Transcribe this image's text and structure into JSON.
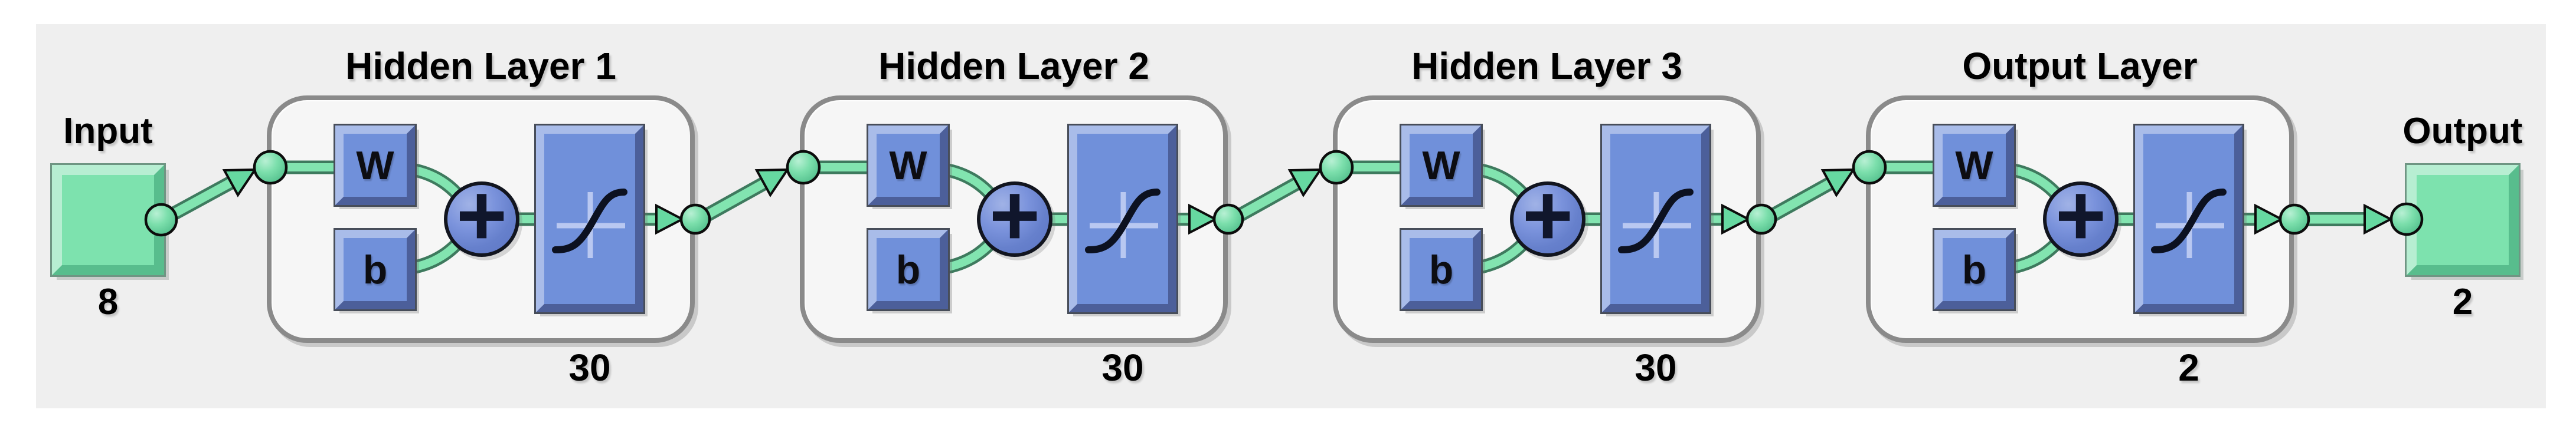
{
  "diagram": {
    "kind": "neural-network-view",
    "input": {
      "label": "Input",
      "size": "8"
    },
    "layers": [
      {
        "title": "Hidden Layer 1",
        "neurons": "30",
        "weight": "W",
        "bias": "b",
        "sum": "+",
        "transfer_function": "tansig"
      },
      {
        "title": "Hidden Layer 2",
        "neurons": "30",
        "weight": "W",
        "bias": "b",
        "sum": "+",
        "transfer_function": "tansig"
      },
      {
        "title": "Hidden Layer 3",
        "neurons": "30",
        "weight": "W",
        "bias": "b",
        "sum": "+",
        "transfer_function": "tansig"
      },
      {
        "title": "Output Layer",
        "neurons": "2",
        "weight": "W",
        "bias": "b",
        "sum": "+",
        "transfer_function": "tansig"
      }
    ],
    "output": {
      "label": "Output",
      "size": "2"
    },
    "colors": {
      "panel": "#efefef",
      "layer_box_fill": "#f6f6f6",
      "layer_box_border": "#8a8a8a",
      "block_blue": "#7090da",
      "block_blue_light": "#a9bce9",
      "block_blue_dark": "#4c5f9a",
      "green_fill": "#7de2ae",
      "wire_green": "#82e4b0",
      "wire_edge": "#3e7a5e"
    }
  }
}
